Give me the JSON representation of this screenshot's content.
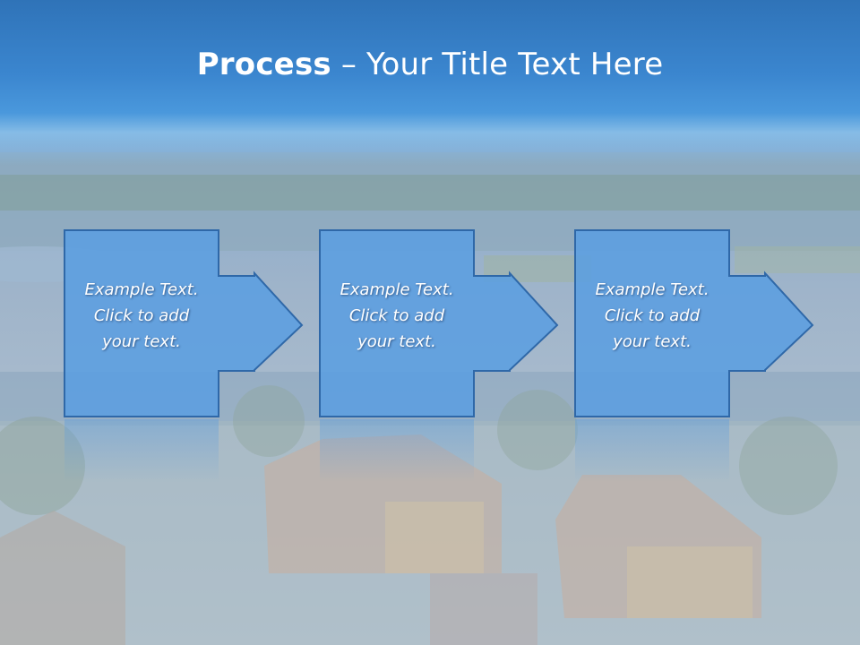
{
  "slide": {
    "title_bold": "Process",
    "title_rest": " – Your Title Text Here"
  },
  "steps": [
    {
      "line1": "Example Text.",
      "line2": "Click  to add",
      "line3": "your text."
    },
    {
      "line1": "Example Text.",
      "line2": "Click  to add",
      "line3": "your text."
    },
    {
      "line1": "Example Text.",
      "line2": "Click  to add",
      "line3": "your text."
    }
  ],
  "colors": {
    "header": "#3b86cf",
    "box_fill": "#5b9ee0",
    "box_stroke": "#2f68a8",
    "text": "#ffffff"
  },
  "background": "aerial-neighborhood-photo"
}
